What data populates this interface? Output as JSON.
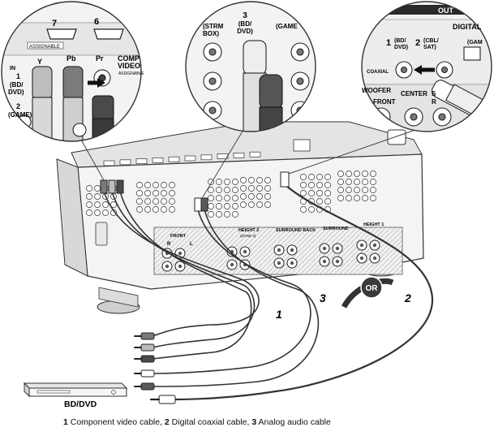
{
  "callouts": {
    "left": {
      "labels": [
        "7",
        "6",
        "ASSIGNABLE",
        "IN",
        "1",
        "(BD/",
        "DVD)",
        "2",
        "(GAME)",
        "Y",
        "Pb",
        "Pr",
        "COMP",
        "VIDEO",
        "ASSIGNABLE"
      ]
    },
    "center": {
      "labels": [
        "3",
        "(BD/",
        "DVD)",
        "(STRM",
        "BOX)",
        "(GAME"
      ]
    },
    "right": {
      "labels": [
        "OUT",
        "DIGITAL",
        "1",
        "(BD/",
        "DVD)",
        "2",
        "(CBL/",
        "SAT)",
        "(GAM",
        "COAXIAL",
        "WOOFER",
        "FRONT",
        "CENTER",
        "S",
        "R"
      ]
    }
  },
  "receiver": {
    "speaker_labels": [
      "FRONT",
      "HEIGHT 2",
      "(ZONE 3)",
      "SURROUND BACK",
      "SURROUND",
      "HEIGHT 1",
      "R",
      "L"
    ]
  },
  "cable_numbers": {
    "cable1": "1",
    "cable2": "2",
    "cable3": "3"
  },
  "or_badge": "OR",
  "device": {
    "label": "BD/DVD"
  },
  "caption": {
    "n1": "1",
    "t1": " Component video cable, ",
    "n2": "2",
    "t2": " Digital coaxial cable, ",
    "n3": "3",
    "t3": " Analog audio cable"
  }
}
